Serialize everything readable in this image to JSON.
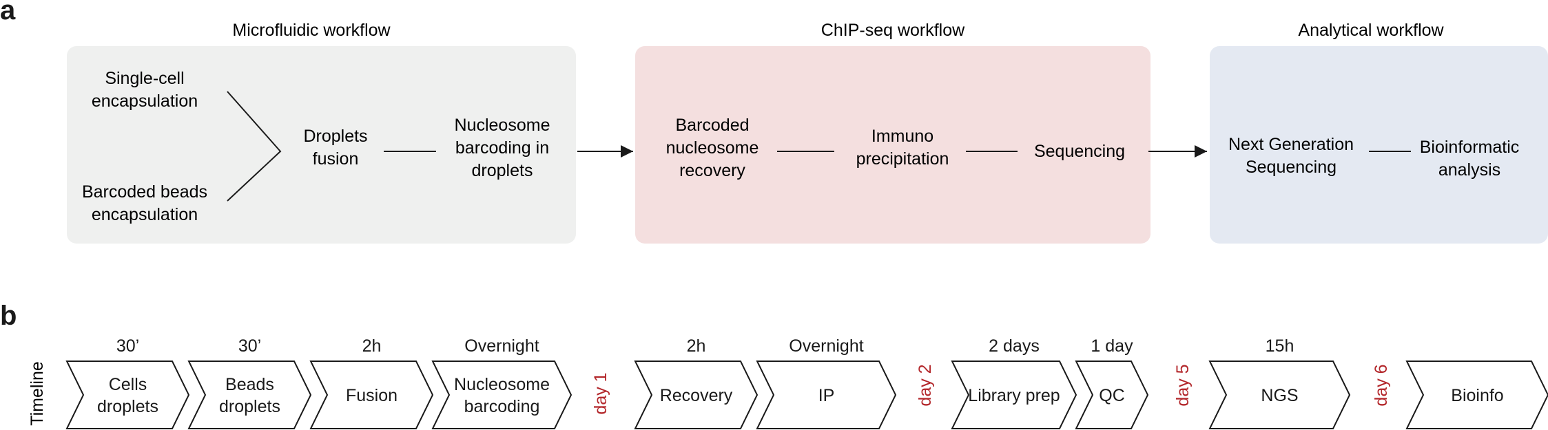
{
  "panel_a": {
    "label": "a",
    "workflows": [
      {
        "title": "Microfluidic workflow",
        "box_color": "#eff0ef"
      },
      {
        "title": "ChIP-seq workflow",
        "box_color": "#f4dfdf"
      },
      {
        "title": "Analytical workflow",
        "box_color": "#e4e9f2"
      }
    ],
    "nodes": {
      "single_cell": [
        "Single-cell",
        "encapsulation"
      ],
      "barcoded_beads": [
        "Barcoded beads",
        "encapsulation"
      ],
      "droplets_fusion": [
        "Droplets",
        "fusion"
      ],
      "nucleosome_barcoding": [
        "Nucleosome",
        "barcoding in",
        "droplets"
      ],
      "barcoded_recovery": [
        "Barcoded",
        "nucleosome",
        "recovery"
      ],
      "immuno": [
        "Immuno",
        "precipitation"
      ],
      "sequencing": [
        "Sequencing"
      ],
      "ngs": [
        "Next Generation",
        "Sequencing"
      ],
      "bioinformatic": [
        "Bioinformatic",
        "analysis"
      ]
    }
  },
  "panel_b": {
    "label": "b",
    "axis_label": "Timeline",
    "steps": [
      {
        "duration": "30’",
        "label": [
          "Cells",
          "droplets"
        ]
      },
      {
        "duration": "30’",
        "label": [
          "Beads",
          "droplets"
        ]
      },
      {
        "duration": "2h",
        "label": [
          "Fusion"
        ]
      },
      {
        "duration": "Overnight",
        "label": [
          "Nucleosome",
          "barcoding"
        ]
      },
      {
        "duration": "2h",
        "label": [
          "Recovery"
        ]
      },
      {
        "duration": "Overnight",
        "label": [
          "IP"
        ]
      },
      {
        "duration": "2 days",
        "label": [
          "Library prep"
        ]
      },
      {
        "duration": "1 day",
        "label": [
          "QC"
        ]
      },
      {
        "duration": "15h",
        "label": [
          "NGS"
        ]
      },
      {
        "duration": "",
        "label": [
          "Bioinfo"
        ]
      }
    ],
    "day_markers": [
      "day 1",
      "day 2",
      "day 5",
      "day 6"
    ],
    "day_color": "#b3272b"
  }
}
